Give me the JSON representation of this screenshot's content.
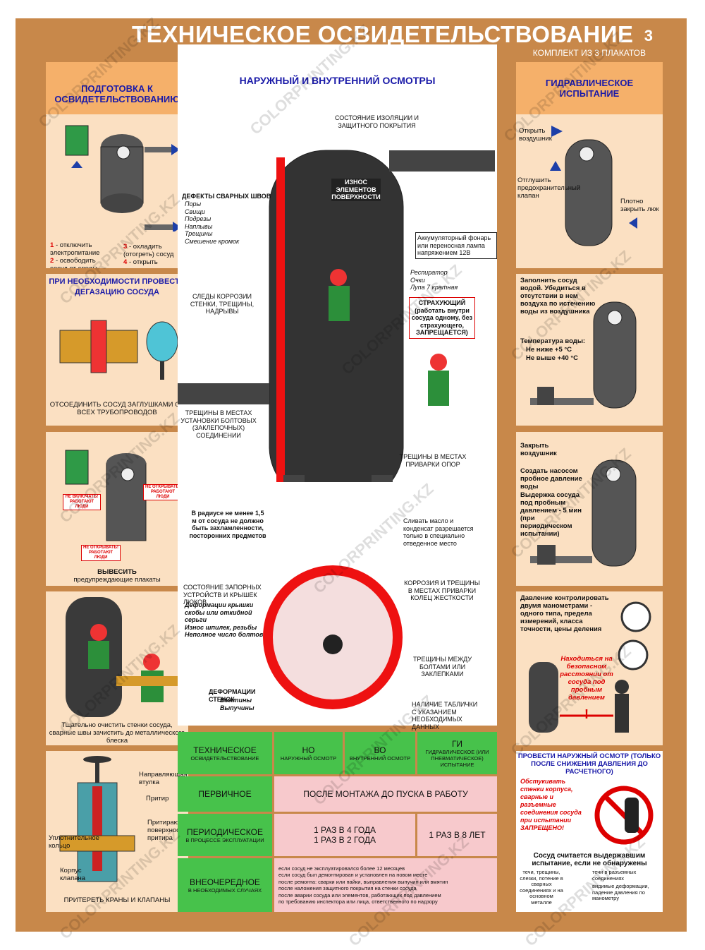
{
  "header": {
    "title": "ТЕХНИЧЕСКОЕ ОСВИДЕТЕЛЬСТВОВАНИЕ",
    "number": "3",
    "subtitle": "КОМПЛЕКТ ИЗ 3 ПЛАКАТОВ"
  },
  "left": {
    "p1": {
      "header": "ПОДГОТОВКА К ОСВИДЕТЕЛЬСТВОВАНИЮ",
      "n1": "1",
      "n2": "2",
      "n3": "3",
      "n4": "4",
      "s1": "- отключить электропитание",
      "s2": "- освободить сосуд от среды",
      "s3": "- охладить (отогреть) сосуд",
      "s4": "- открыть воздушник"
    },
    "p2": {
      "header": "ПРИ НЕОБХОДИМОСТИ ПРОВЕСТИ ДЕГАЗАЦИЮ СОСУДА",
      "caption": "ОТСОЕДИНИТЬ СОСУД ЗАГЛУШКАМИ ОТ ВСЕХ ТРУБОПРОВОДОВ"
    },
    "p3": {
      "sign1": "НЕ ВКЛЮЧАТЬ! РАБОТАЮТ ЛЮДИ",
      "sign2": "НЕ ОТКРЫВАТЬ! РАБОТАЮТ ЛЮДИ",
      "sign3": "НЕ ОТКРЫВАТЬ! РАБОТАЮТ ЛЮДИ",
      "caption1": "ВЫВЕСИТЬ",
      "caption2": "предупреждающие плакаты"
    },
    "p4": {
      "caption": "Тщательно очистить стенки сосуда, сварные швы зачистить до металлического блеска"
    },
    "p5": {
      "l1": "Направляющая втулка",
      "l2": "Притир",
      "l3": "Притирающая поверхность притира",
      "l4": "Уплотнительное кольцо",
      "l5": "Корпус клапана",
      "caption": "ПРИТЕРЕТЬ КРАНЫ И КЛАПАНЫ"
    }
  },
  "center": {
    "header": "НАРУЖНЫЙ И ВНУТРЕННИЙ ОСМОТРЫ",
    "insulation": "СОСТОЯНИЕ ИЗОЛЯЦИИ И ЗАЩИТНОГО ПОКРЫТИЯ",
    "wear": "ИЗНОС ЭЛЕМЕНТОВ ПОВЕРХНОСТИ",
    "weld_title": "ДЕФЕКТЫ СВАРНЫХ ШВОВ",
    "weld_items": [
      "Поры",
      "Свищи",
      "Подрезы",
      "Наплывы",
      "Трещины",
      "Смешение кромок"
    ],
    "lamp": "Аккумуляторный фонарь или переносная лампа напряжением 12В",
    "ppe": [
      "Респиратор",
      "Очки",
      "Лупа 7 кратная"
    ],
    "corrosion": "СЛЕДЫ КОРРОЗИИ СТЕНКИ, ТРЕЩИНЫ, НАДРЫВЫ",
    "observer": "СТРАХУЮЩИЙ (работать внутри сосуда одному, без страхующего, ЗАПРЕЩАЕТСЯ)",
    "bolts": "ТРЕЩИНЫ В МЕСТАХ УСТАНОВКИ БОЛТОВЫХ (ЗАКЛЕПОЧНЫХ) СОЕДИНЕНИИ",
    "supports": "ТРЕЩИНЫ В МЕСТАХ ПРИВАРКИ ОПОР",
    "radius": "В радиусе не менее 1,5 м от сосуда не должно быть захламленности, посторонних предметов",
    "drain": "Сливать масло и конденсат разрешается только в специально отведенное место",
    "shutoff": "СОСТОЯНИЕ ЗАПОРНЫХ УСТРОЙСТВ И КРЫШЕК ЛЮКОВ",
    "shutoff_items": [
      "Деформации крышки скобы или откидной серьги",
      "Износ шпилек, резьбы",
      "Неполное число болтов"
    ],
    "rings": "КОРРОЗИЯ И ТРЕЩИНЫ В МЕСТАХ ПРИВАРКИ КОЛЕЦ ЖЕСТКОСТИ",
    "between": "ТРЕЩИНЫ МЕЖДУ БОЛТАМИ ИЛИ ЗАКЛЕПКАМИ",
    "walls": "ДЕФОРМАЦИИ СТЕНОК",
    "walls_items": [
      "Вмятины",
      "Выпучины"
    ],
    "plate": "НАЛИЧИЕ ТАБЛИЧКИ С УКАЗАНИЕМ НЕОБХОДИМЫХ ДАННЫХ"
  },
  "right": {
    "p1": {
      "header": "ГИДРАВЛИЧЕСКОЕ ИСПЫТАНИЕ",
      "open": "Открыть воздушник",
      "plug": "Отглушить предохранительный клапан",
      "close": "Плотно закрыть люк"
    },
    "p2": {
      "fill": "Заполнить сосуд водой. Убедиться в отсутствии в нем воздуха по истечению воды из воздушника",
      "temp": "Температура воды:",
      "t1": "Не ниже +5 °С",
      "t2": "Не выше +40 °С"
    },
    "p3": {
      "close": "Закрыть воздушник",
      "pump": "Создать насосом пробное давление воды",
      "hold": "Выдержка сосуда под пробным давлением - 5 мин (при периодическом испытании)"
    },
    "p4": {
      "gauges": "Давление контролировать двумя манометрами - одного типа, предела измерений, класса точности, цены деления",
      "danger": "Находиться на безопасном расстоянии от сосуда под пробным давлением",
      "excl": "!"
    },
    "p5": {
      "header": "ПРОВЕСТИ НАРУЖНЫЙ ОСМОТР (ТОЛЬКО ПОСЛЕ СНИЖЕНИЯ ДАВЛЕНИЯ ДО РАСЧЕТНОГО)",
      "forbid": "Обстукивать стенки корпуса, сварные и разъемные соединения сосуда при испытании ЗАПРЕЩЕНО!",
      "passed": "Сосуд считается выдержавшим испытание, если не обнаружены",
      "c1": "течи, трещины, слезки, потение в сварных соединениях и на основном металле",
      "c2": "течи в разъемных соединениях",
      "c3": "видимые деформации, падение давления по манометру"
    }
  },
  "table": {
    "h0": "ТЕХНИЧЕСКОЕ",
    "h0s": "ОСВИДЕТЕЛЬСТВОВАНИЕ",
    "h1": "НО",
    "h1s": "НАРУЖНЫЙ ОСМОТР",
    "h2": "ВО",
    "h2s": "ВНУТРЕННИЙ ОСМОТР",
    "h3": "ГИ",
    "h3s": "ГИДРАВЛИЧЕСКОЕ (ИЛИ ПНЕВМАТИЧЕСКОЕ) ИСПЫТАНИЕ",
    "r1": "ПЕРВИЧНОЕ",
    "r1v": "ПОСЛЕ МОНТАЖА ДО ПУСКА В РАБОТУ",
    "r2": "ПЕРИОДИЧЕСКОЕ",
    "r2s": "В ПРОЦЕССЕ ЭКСПЛУАТАЦИИ",
    "r2a": "1 РАЗ В 4 ГОДА",
    "r2b": "1 РАЗ В 2 ГОДА",
    "r2c": "1 РАЗ В 8 ЛЕТ",
    "r3": "ВНЕОЧЕРЕДНОЕ",
    "r3s": "В НЕОБХОДИМЫХ СЛУЧАЯХ",
    "r3items": [
      "если сосуд не эксплуатировался более 12 месяцев",
      "если сосуд был демонтирован и установлен на новом месте",
      "после ремонта: сварки или пайки, выправления выпучин или вмятин",
      "после наложения защитного покрытия на стенки сосуда",
      "после аварии сосуда или элементов, работающих под давлением",
      "по требованию инспектора или лица, ответственного по надзору"
    ]
  },
  "watermark": "COLORPRINTING.KZ",
  "colors": {
    "background": "#c8884a",
    "panel": "#fbe0c2",
    "header_text": "#1a1aa8",
    "green": "#47c24b",
    "pink": "#f7c9cc",
    "red": "#dd0000"
  }
}
